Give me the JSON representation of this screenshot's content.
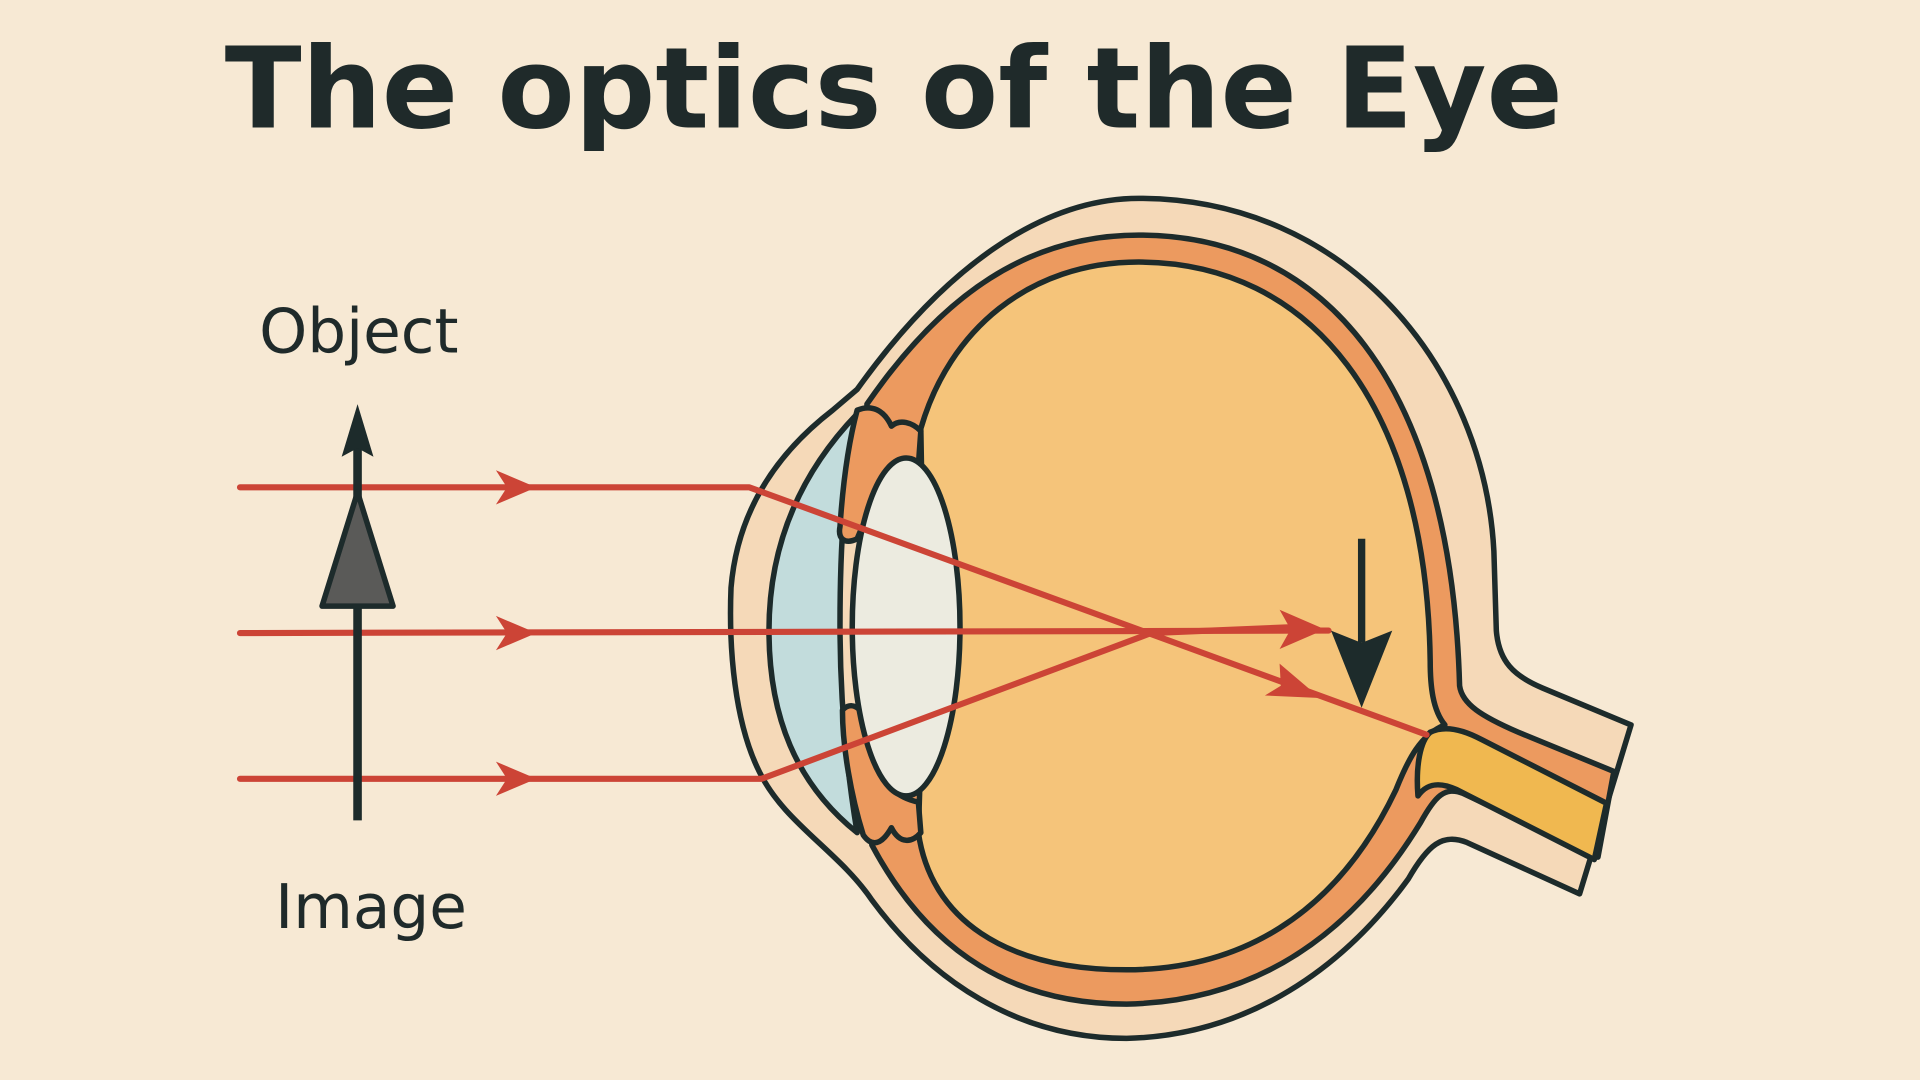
{
  "title": "The optics of the Eye",
  "labels": {
    "object": "Object",
    "image": "Image"
  },
  "colors": {
    "background": "#f7e9d4",
    "ray": "#cc4436",
    "outline": "#1d2b2b",
    "sclera": "#ec9a5f",
    "vitreous": "#f5c47a",
    "cornea": "#c2dcdc",
    "lens": "#ecebe0",
    "nerve": "#f0b850"
  }
}
